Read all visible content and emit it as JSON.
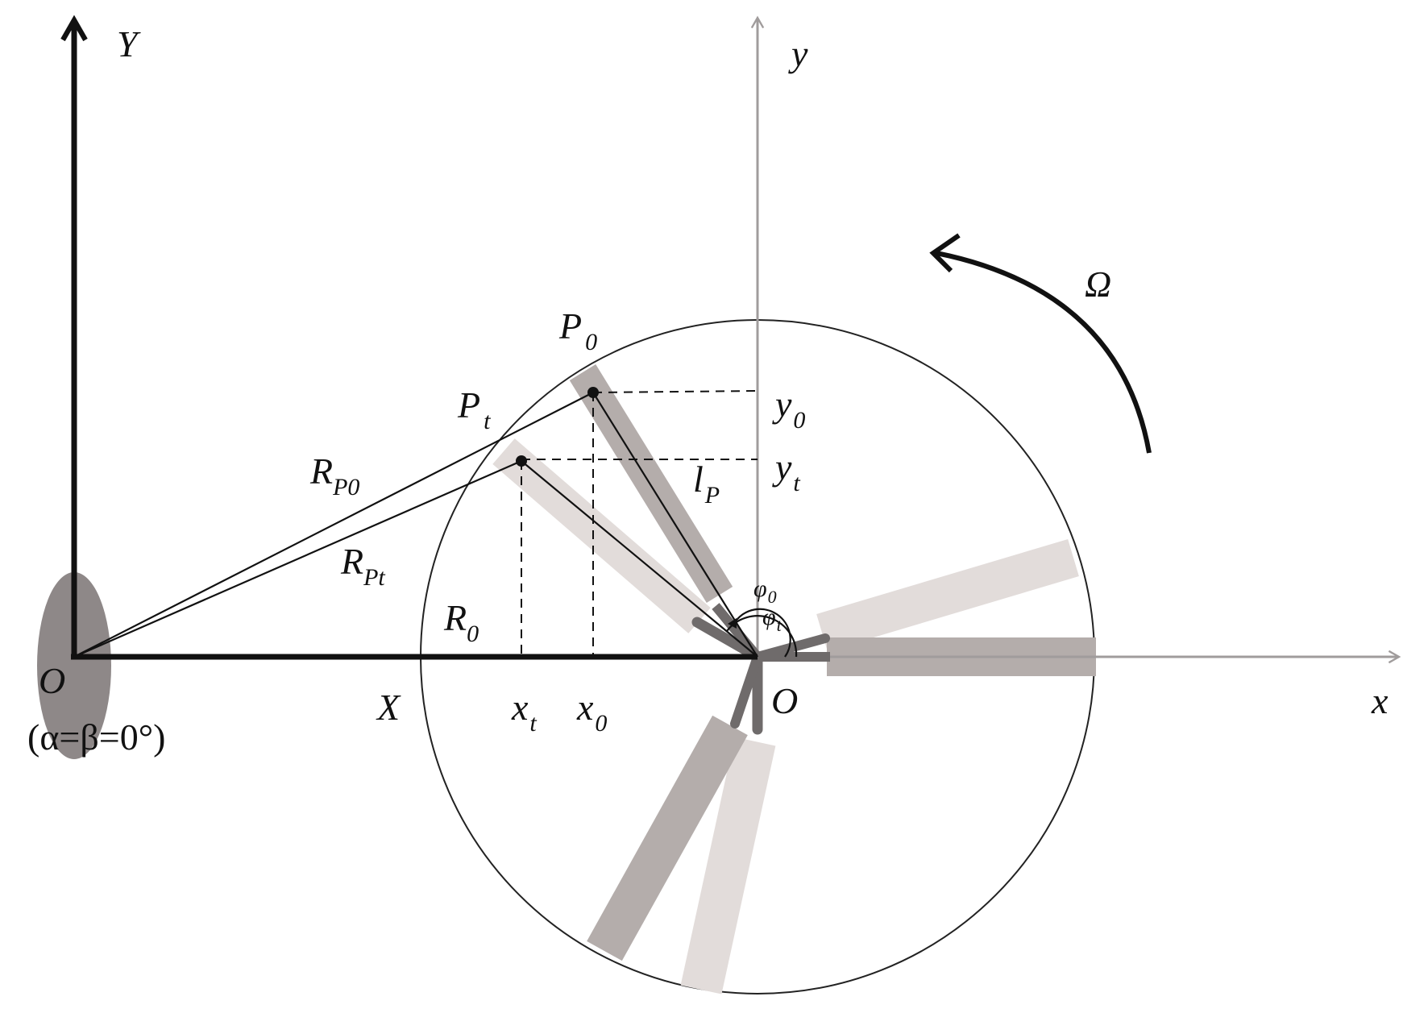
{
  "labels": {
    "world_y": "Y",
    "world_x": "X",
    "world_origin": "O",
    "world_origin_note": "(α=β=0°)",
    "local_y": "y",
    "local_x": "x",
    "local_origin": "O",
    "omega": "Ω",
    "p0": "P",
    "p0_sub": "0",
    "pt": "P",
    "pt_sub": "t",
    "y0": "y",
    "y0_sub": "0",
    "yt": "y",
    "yt_sub": "t",
    "x0": "x",
    "x0_sub": "0",
    "xt": "x",
    "xt_sub": "t",
    "lp": "l",
    "lp_sub": "P",
    "rp0": "R",
    "rp0_sub": "P0",
    "rpt": "R",
    "rpt_sub": "Pt",
    "r0": "R",
    "r0_sub": "0",
    "phi0": "φ",
    "phi0_sub": "0",
    "phit": "φ",
    "phit_sub": "t"
  },
  "colors": {
    "black_axis": "#111111",
    "gray_axis": "#a09c9c",
    "blade_dark": "#b4adab",
    "blade_light": "#e2dcda",
    "hub": "#6f6b6b",
    "ellipse": "#8e8888"
  }
}
